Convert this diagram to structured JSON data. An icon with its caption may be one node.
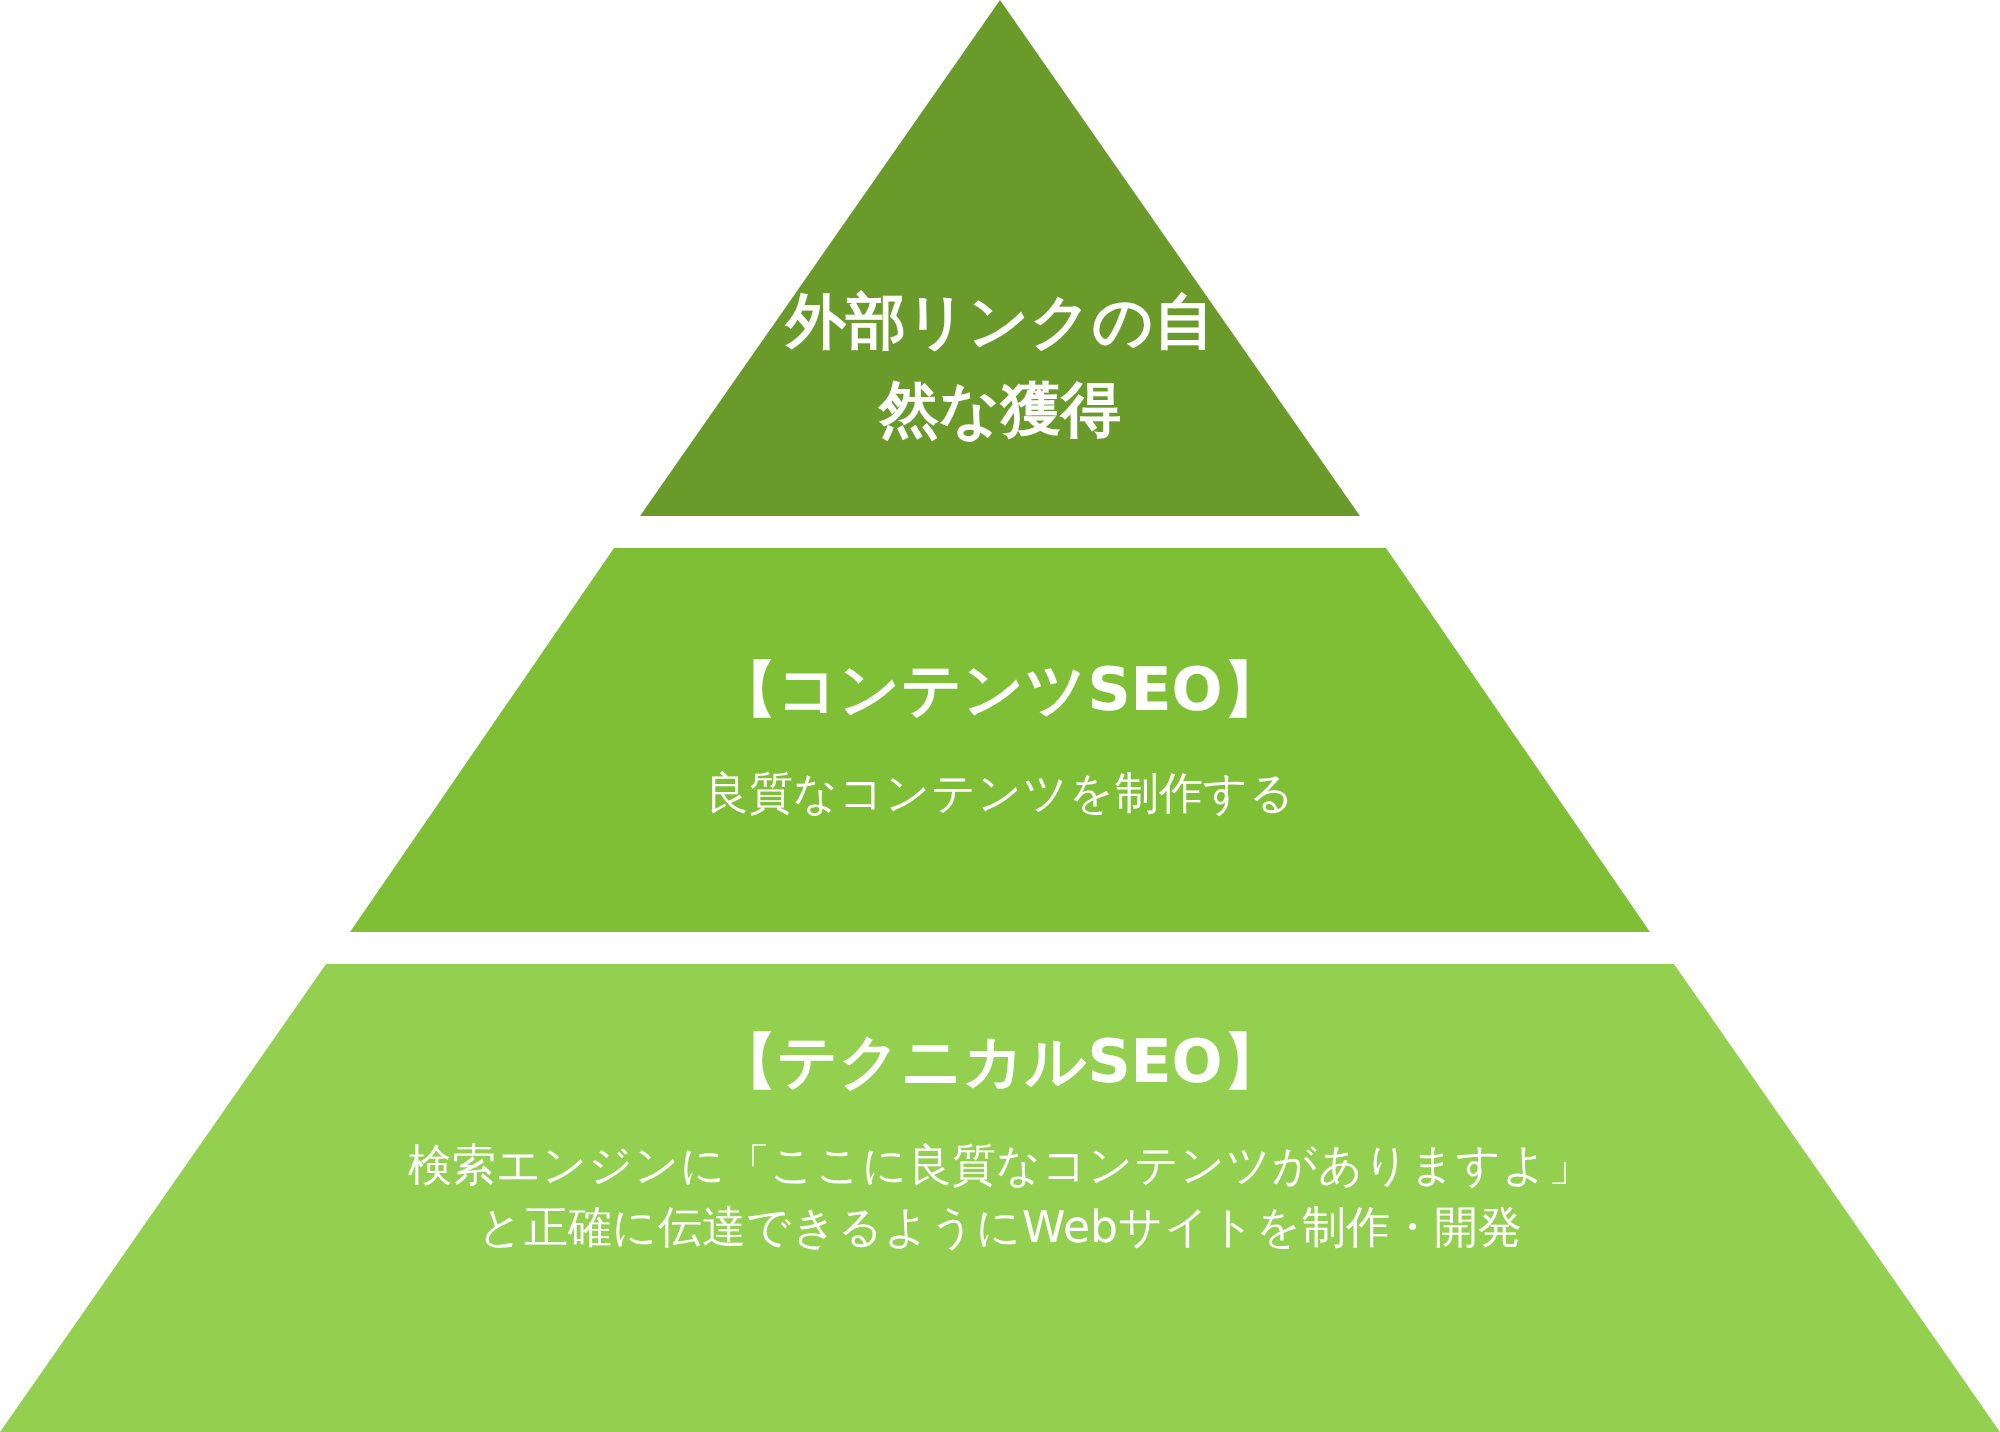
{
  "diagram": {
    "nodes": [
      {
        "text": [
          "外部リンクの自然な獲得"
        ]
      },
      {
        "text": [
          "【コンテンツSEO】",
          "良質なコンテンツを制作する"
        ]
      },
      {
        "text": [
          "【テクニカルSEO】",
          "検索エンジンに「ここに良質なコンテンツがありますよ」と正確に伝達できるようにWebサイトを制作・開発"
        ]
      }
    ]
  }
}
